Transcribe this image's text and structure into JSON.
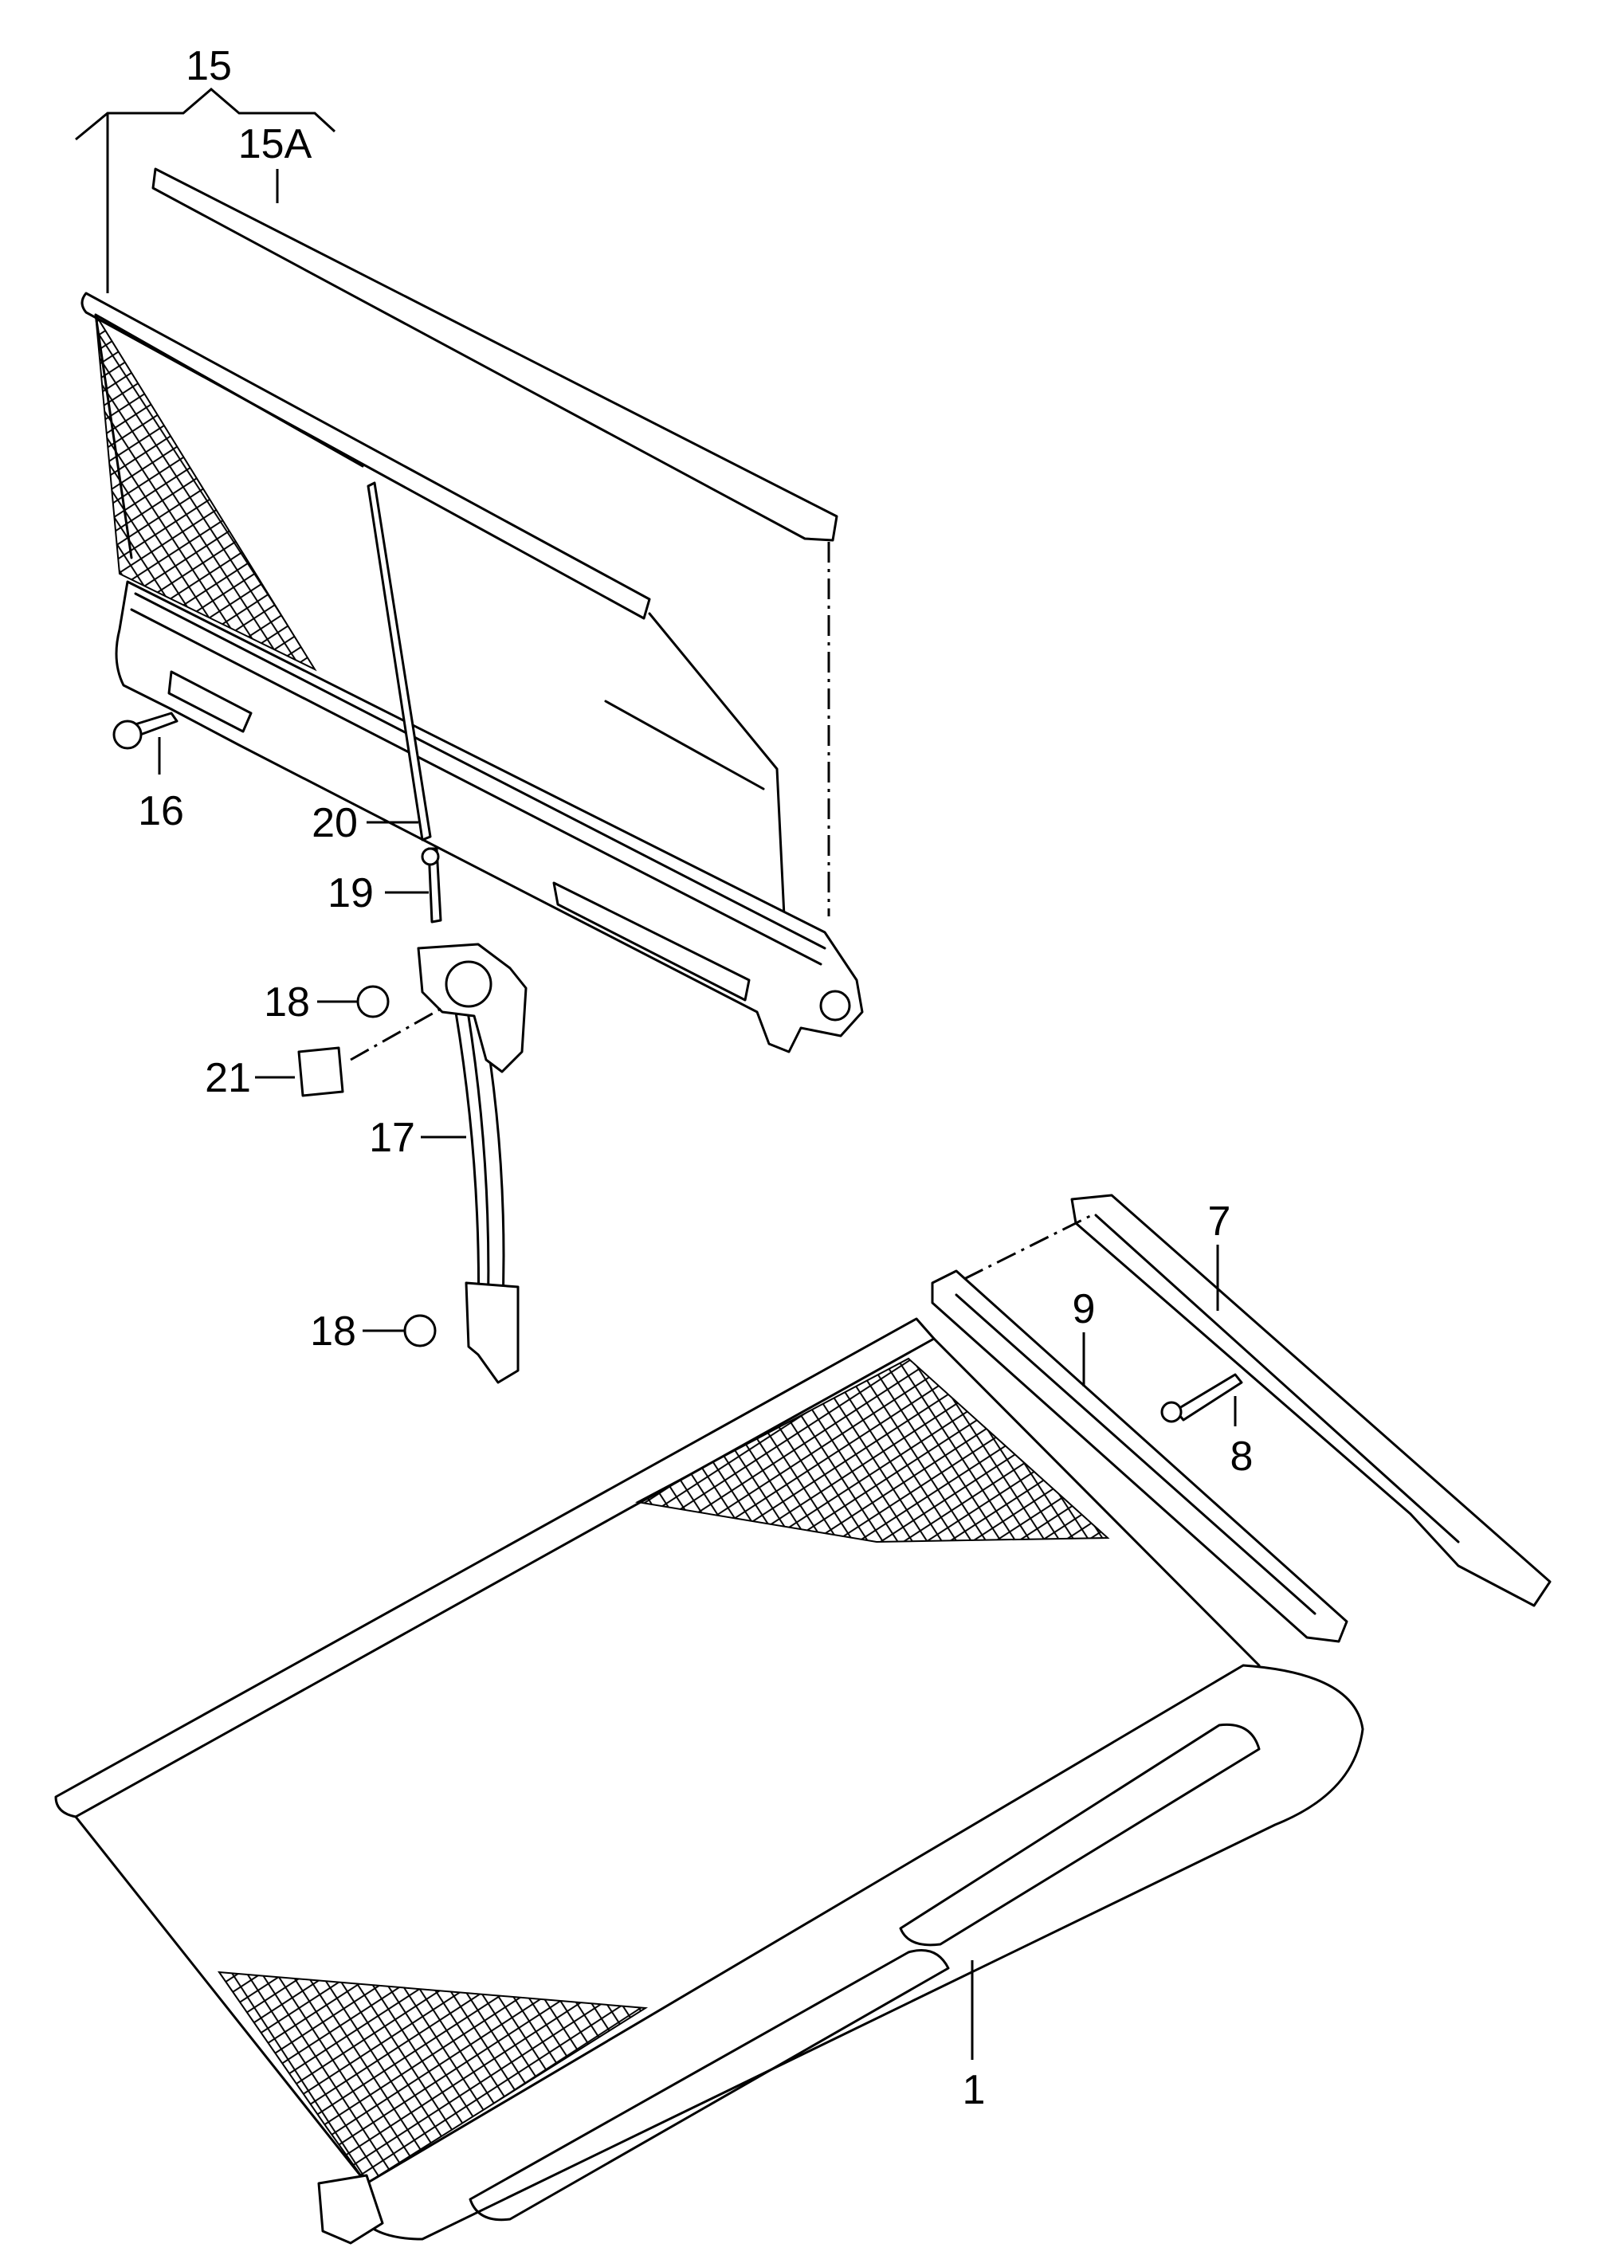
{
  "diagram": {
    "callouts": [
      {
        "id": "1",
        "label": "1"
      },
      {
        "id": "7",
        "label": "7"
      },
      {
        "id": "8",
        "label": "8"
      },
      {
        "id": "9",
        "label": "9"
      },
      {
        "id": "15",
        "label": "15"
      },
      {
        "id": "15A",
        "label": "15A"
      },
      {
        "id": "16",
        "label": "16"
      },
      {
        "id": "17",
        "label": "17"
      },
      {
        "id": "18a",
        "label": "18"
      },
      {
        "id": "18b",
        "label": "18"
      },
      {
        "id": "19",
        "label": "19"
      },
      {
        "id": "20",
        "label": "20"
      },
      {
        "id": "21",
        "label": "21"
      }
    ]
  }
}
